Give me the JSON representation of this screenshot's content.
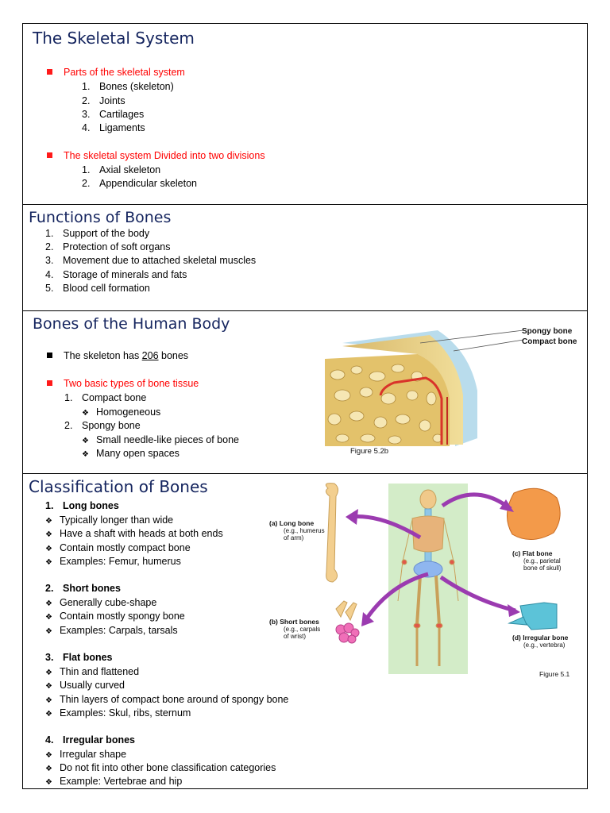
{
  "s1": {
    "title": "The Skeletal System",
    "bullet1": "Parts of the skeletal system",
    "parts": [
      "Bones (skeleton)",
      "Joints",
      "Cartilages",
      "Ligaments"
    ],
    "bullet2": "The skeletal system Divided into two divisions",
    "divisions": [
      "Axial skeleton",
      "Appendicular skeleton"
    ]
  },
  "s2": {
    "title": "Functions of Bones",
    "items": [
      "Support of the body",
      "Protection of soft organs",
      "Movement due to attached skeletal muscles",
      "Storage of minerals and fats",
      "Blood cell formation"
    ]
  },
  "s3": {
    "title": "Bones of the Human Body",
    "b1_pre": "The skeleton has ",
    "b1_num": "206",
    "b1_post": " bones",
    "b2": "Two basic types of bone tissue",
    "t1": "Compact bone",
    "t1_sub": "Homogeneous",
    "t2": "Spongy bone",
    "t2_sub1": "Small needle-like pieces of bone",
    "t2_sub2": "Many open spaces",
    "fig_spongy": "Spongy bone",
    "fig_compact": "Compact bone",
    "fig_caption": "Figure 5.2b"
  },
  "s4": {
    "title": "Classification of Bones",
    "g1_title": "Long bones",
    "g1": [
      "Typically longer than wide",
      "Have a shaft with heads at both ends",
      "Contain mostly compact bone",
      "Examples: Femur, humerus"
    ],
    "g2_title": "Short bones",
    "g2": [
      "Generally cube-shape",
      "Contain mostly spongy bone",
      "Examples: Carpals, tarsals"
    ],
    "g3_title": "Flat bones",
    "g3": [
      "Thin and flattened",
      "Usually curved",
      "Thin layers of compact bone around of spongy bone",
      "Examples: Skul, ribs, sternum"
    ],
    "g4_title": "Irregular bones",
    "g4": [
      "Irregular shape",
      "Do not fit into other bone classification categories",
      "Example: Vertebrae and hip"
    ],
    "fig": {
      "a_title": "(a) Long bone",
      "a_sub1": "(e.g., humerus",
      "a_sub2": "of arm)",
      "b_title": "(b) Short bones",
      "b_sub1": "(e.g., carpals",
      "b_sub2": "of wrist)",
      "c_title": "(c) Flat bone",
      "c_sub1": "(e.g., parietal",
      "c_sub2": "bone of skull)",
      "d_title": "(d) Irregular bone",
      "d_sub1": "(e.g., vertebra)",
      "caption": "Figure 5.1"
    }
  },
  "colors": {
    "heading": "#14245e",
    "bullet_red": "#ff0000"
  }
}
